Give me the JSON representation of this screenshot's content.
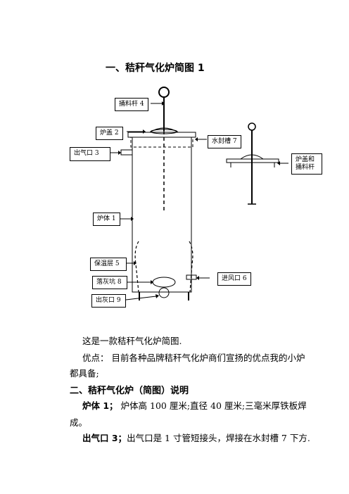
{
  "title": "一、秸秆气化炉简图 1",
  "diagram": {
    "labels": {
      "feed_rod": "捅料杆 4",
      "lid": "炉盖 2",
      "water_seal": "水封槽 7",
      "gas_outlet": "出气口 3",
      "lid_and_rod": "炉盖和\n捅料杆",
      "body": "炉体 1",
      "insulation": "保温层 5",
      "ash_pit": "落灰坑 8",
      "air_inlet": "进风口 6",
      "ash_outlet": "出灰口 9"
    }
  },
  "text": {
    "p1": "这是一款秸秆气化炉简图.",
    "p2_line1": "优点：  目前各种品牌秸秆气化炉商们宣扬的优点我的小炉",
    "p2_line2": "都具备;",
    "section2": "二、秸秆气化炉（简图）说明",
    "p3_term": "炉体 1；",
    "p3_line1_rest": "      炉体高 100 厘米;直径 40 厘米;三毫米厚铁板焊",
    "p3_line2": "成。",
    "p4_term": "出气口 3；",
    "p4_rest": "出气口是 1 寸管短接头，焊接在水封槽 7 下方."
  }
}
